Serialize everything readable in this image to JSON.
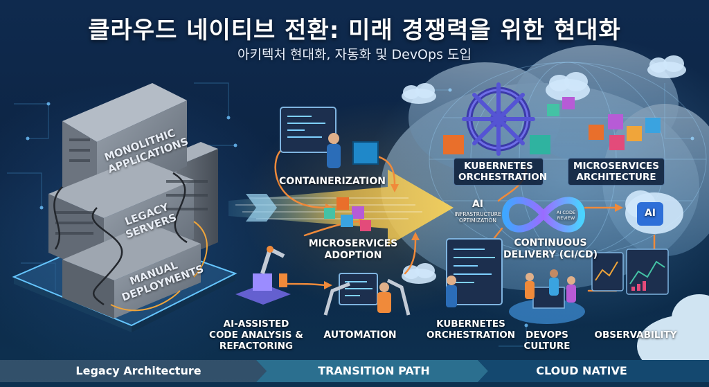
{
  "header": {
    "title": "클라우드 네이티브 전환: 미래 경쟁력을 위한 현대화",
    "subtitle": "아키텍처 현대화, 자동화 및 DevOps 도입"
  },
  "legacy": {
    "monolithic": "Monolithic Applications",
    "servers": "Legacy Servers",
    "manual": "Manual Deployments"
  },
  "transition": {
    "containerization": "Containerization",
    "microservices": "Microservices Adoption",
    "ai_code": "AI-Assisted Code Analysis & Refactoring",
    "automation": "Automation"
  },
  "cloud": {
    "kubernetes_top": "Kubernetes Orchestration",
    "microservices_arch": "Microservices Architecture",
    "ai_infra": "AI",
    "ai_infra_sub": "Infrastructure Optimization",
    "ai_code_review": "AI Code Review",
    "ai_badge": "AI",
    "cicd": "Continuous Delivery (CI/CD)",
    "kubernetes_bottom": "Kubernetes Orchestration",
    "devops": "DevOps Culture",
    "observability": "Observability"
  },
  "phases": {
    "legacy": "Legacy Architecture",
    "transition": "TRANSITION PATH",
    "cloud": "CLOUD NATIVE"
  },
  "colors": {
    "accent_yellow": "#f5c542",
    "accent_orange": "#f08a3a",
    "phase_legacy": "#dfe3ea",
    "phase_transition": "#2b6f8f",
    "phase_cloud": "#14486f"
  }
}
